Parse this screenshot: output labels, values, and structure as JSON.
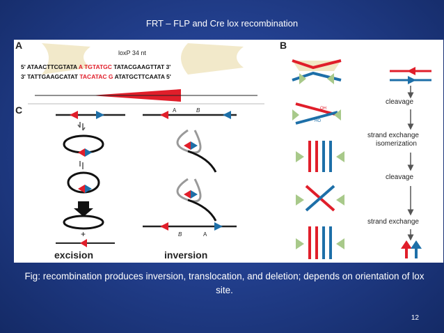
{
  "slide": {
    "title": "FRT – FLP and Cre lox recombination",
    "caption": "Fig:  recombination produces inversion, translocation, and deletion; depends on orientation of lox site.",
    "number": "12"
  },
  "figure": {
    "panel_a": {
      "label": "A",
      "loxp_label": "loxP 34 nt",
      "top_strand_prefix": "5'  ATAACTTCGTATA",
      "top_strand_core": "A TGTATGC",
      "top_strand_suffix": "TATACGAAGTTAT  3'",
      "bottom_strand_prefix": "3'  TATTGAAGCATAT",
      "bottom_strand_core": "TACATAC G",
      "bottom_strand_suffix": "ATATGCTTCAATA  5'"
    },
    "panel_b": {
      "label": "B",
      "steps": [
        "cleavage",
        "strand exchange",
        "isomerization",
        "cleavage",
        "strand exchange"
      ],
      "oh_label": "OH",
      "ho_label": "HO"
    },
    "panel_c": {
      "label": "C",
      "left_caption": "excision",
      "right_caption": "inversion",
      "site_a": "A",
      "site_b": "B"
    },
    "colors": {
      "red": "#e01e2a",
      "blue": "#1d6fa8",
      "green": "#a8c98a",
      "tan": "#f1e7c4"
    }
  }
}
